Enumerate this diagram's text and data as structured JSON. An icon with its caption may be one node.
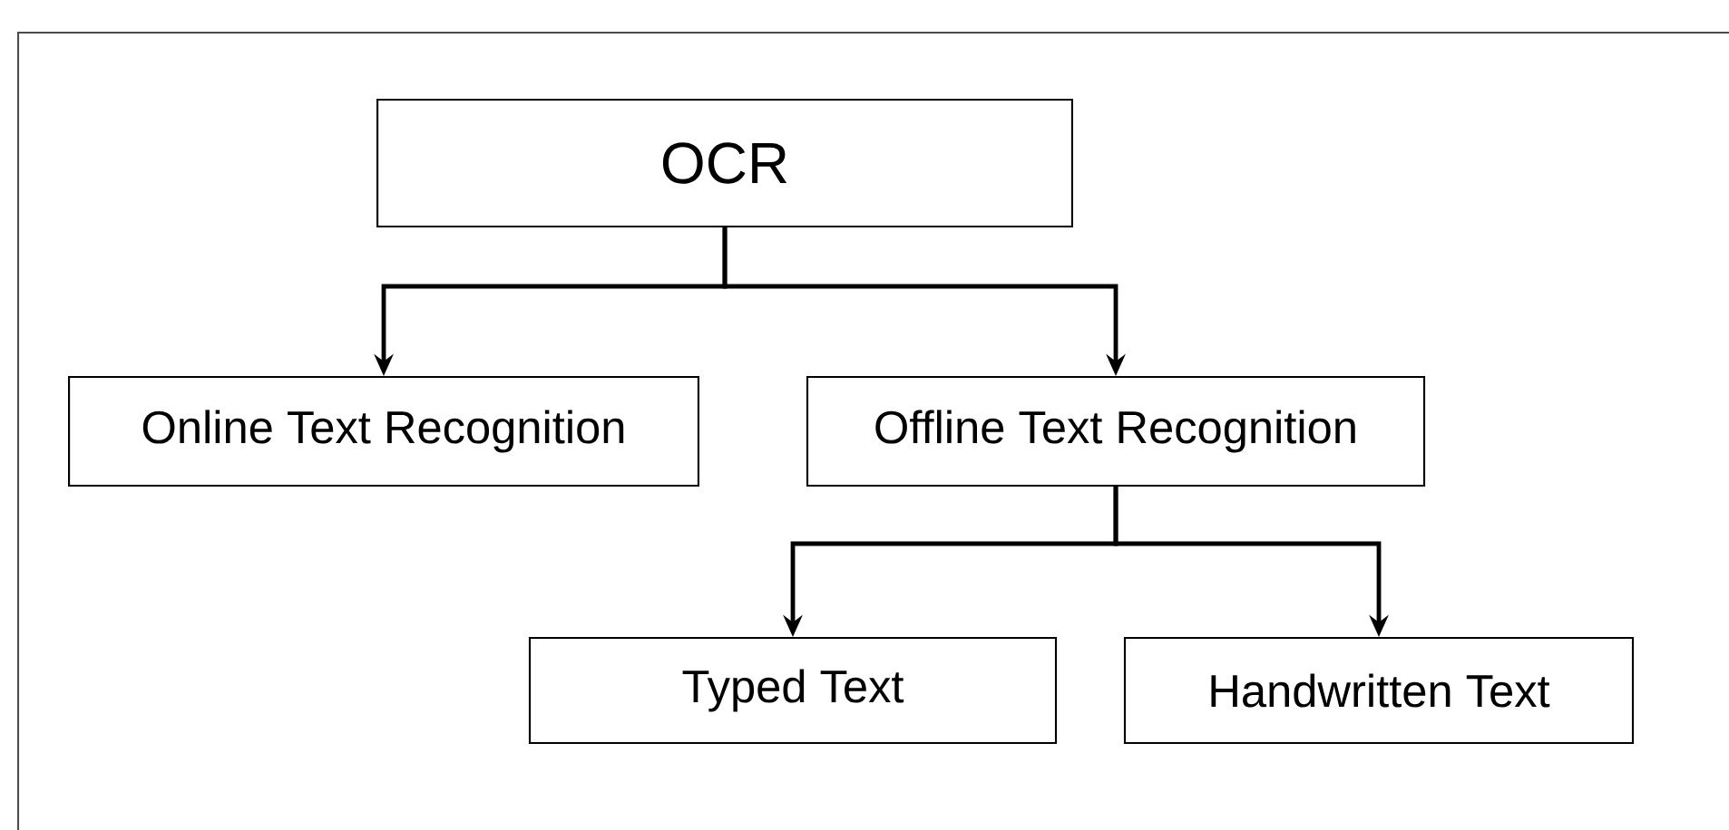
{
  "diagram": {
    "nodes": [
      {
        "text": [
          "OCR"
        ]
      },
      {
        "text": [
          "Online Text Recognition"
        ]
      },
      {
        "text": [
          "Offline Text Recognition"
        ]
      },
      {
        "text": [
          "Typed Text"
        ]
      },
      {
        "text": [
          "Handwritten Text"
        ]
      }
    ],
    "edges": [
      {
        "from": 0,
        "to": 1,
        "arrow": "to"
      },
      {
        "from": 0,
        "to": 2,
        "arrow": "to"
      },
      {
        "from": 2,
        "to": 3,
        "arrow": "to"
      },
      {
        "from": 2,
        "to": 4,
        "arrow": "to"
      }
    ]
  }
}
